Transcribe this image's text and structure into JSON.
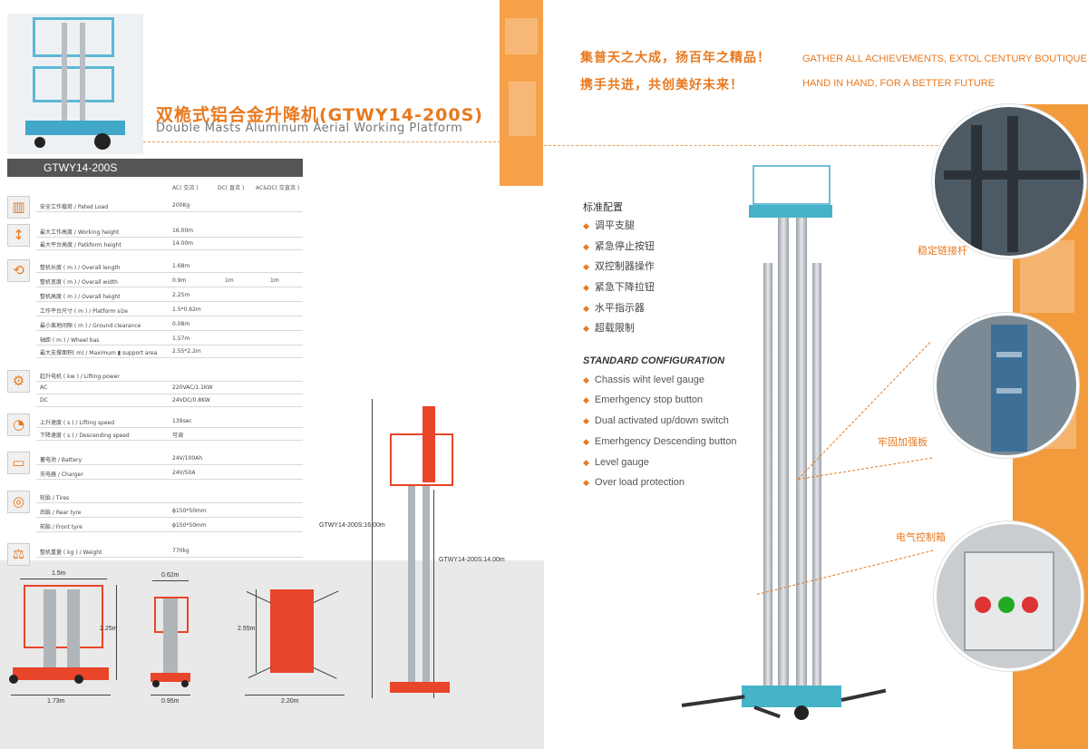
{
  "title": {
    "cn": "双桅式铝合金升降机(GTWY14-200S)",
    "en": "Double Masts Aluminum Aerial Working Platform"
  },
  "specs": {
    "model": "GTWY14-200S",
    "columns": {
      "ac": "AC( 交流 )",
      "dc": "DC( 直流 )",
      "acdc": "AC&DC( 交直流 )"
    },
    "rows": [
      {
        "label": "安全工作载荷 / Pated Load",
        "ac": "200Kg",
        "dc": "",
        "acdc": ""
      },
      {
        "label": "最大工作高度 / Working height",
        "ac": "16.00m",
        "dc": "",
        "acdc": ""
      },
      {
        "label": "最大平台高度 / Patkform height",
        "ac": "14.00m",
        "dc": "",
        "acdc": ""
      },
      {
        "label": "整机长度 ( m ) / Overall length",
        "ac": "1.68m",
        "dc": "",
        "acdc": ""
      },
      {
        "label": "整机宽度 ( m ) / Overall width",
        "ac": "0.9m",
        "dc": "1m",
        "acdc": "1m"
      },
      {
        "label": "整机高度 ( m ) / Overall height",
        "ac": "2.25m",
        "dc": "",
        "acdc": ""
      },
      {
        "label": "工作平台尺寸 ( m ) / Platform size",
        "ac": "1.5*0.62m",
        "dc": "",
        "acdc": ""
      },
      {
        "label": "最小离地间隙 ( m ) / Ground clearance",
        "ac": "0.08m",
        "dc": "",
        "acdc": ""
      },
      {
        "label": "轴距 ( m ) / Wheel bas",
        "ac": "1.57m",
        "dc": "",
        "acdc": ""
      },
      {
        "label": "最大支撑面积( m) / Maximum ▮ support area",
        "ac": "2.55*2.2m",
        "dc": "",
        "acdc": ""
      },
      {
        "label": "起升电机 ( kw ) / Lifting power",
        "ac": "",
        "dc": "",
        "acdc": ""
      },
      {
        "label": "AC",
        "ac": "220VAC/1.1KW",
        "dc": "",
        "acdc": ""
      },
      {
        "label": "DC",
        "ac": "24VDC/0.8KW",
        "dc": "",
        "acdc": ""
      },
      {
        "label": "上升速度 ( s ) / Lifting speed",
        "ac": "139sec",
        "dc": "",
        "acdc": ""
      },
      {
        "label": "下降速度 ( s ) / Descending speed",
        "ac": "可调",
        "dc": "",
        "acdc": ""
      },
      {
        "label": "蓄电池 / Battery",
        "ac": "24V/100Ah",
        "dc": "",
        "acdc": ""
      },
      {
        "label": "充电器 / Charger",
        "ac": "24V/50A",
        "dc": "",
        "acdc": ""
      },
      {
        "label": "轮胎 / Tires",
        "ac": "",
        "dc": "",
        "acdc": ""
      },
      {
        "label": "后胎 / Rear tyre",
        "ac": "ϕ150*50mm",
        "dc": "",
        "acdc": ""
      },
      {
        "label": "前胎 / Front tyre",
        "ac": "ϕ150*50mm",
        "dc": "",
        "acdc": ""
      },
      {
        "label": "整机重量 ( kg ) / Weight",
        "ac": "770kg",
        "dc": "",
        "acdc": ""
      }
    ]
  },
  "dimensions": {
    "side_top": "1.5m",
    "side_height": "2.25m",
    "side_bottom": "1.73m",
    "front_top": "0.62m",
    "front_bottom": "0.95m",
    "plan_height": "2.55m",
    "plan_bottom": "2.20m",
    "working_height": "GTWY14-200S:16.00m",
    "platform_height": "GTWY14-200S:14.00m"
  },
  "slogans": {
    "cn1": "集普天之大成，扬百年之精品！",
    "en1": "GATHER ALL ACHIEVEMENTS, EXTOL CENTURY BOUTIQUE！",
    "cn2": "携手共进，共创美好未来！",
    "en2": "HAND IN HAND, FOR A BETTER FUTURE"
  },
  "standard_config": {
    "cn_title": "标准配置",
    "cn_items": [
      "调平支腿",
      "紧急停止按钮",
      "双控制器操作",
      "紧急下降拉钮",
      "水平指示器",
      "超载限制"
    ],
    "en_title": "STANDARD CONFIGURATION",
    "en_items": [
      "Chassis wiht level gauge",
      "Emerhgency stop button",
      "Dual activated up/down switch",
      "Emerhgency Descending button",
      "Level gauge",
      "Over load protection"
    ]
  },
  "details": {
    "link_rod": "稳定链接杆",
    "reinforce_plate": "牢固加强板",
    "control_box": "电气控制箱"
  },
  "icons": {
    "load": "load-crate-icon",
    "height": "height-arrows-icon",
    "size": "dimensions-icon",
    "motor": "motor-icon",
    "speed": "speedometer-icon",
    "battery": "battery-icon",
    "tire": "tire-icon",
    "weight": "weight-icon"
  },
  "colors": {
    "accent": "#e8791f",
    "machine_red": "#e8452a",
    "machine_blue": "#46b3c8",
    "header_grey": "#555555"
  }
}
